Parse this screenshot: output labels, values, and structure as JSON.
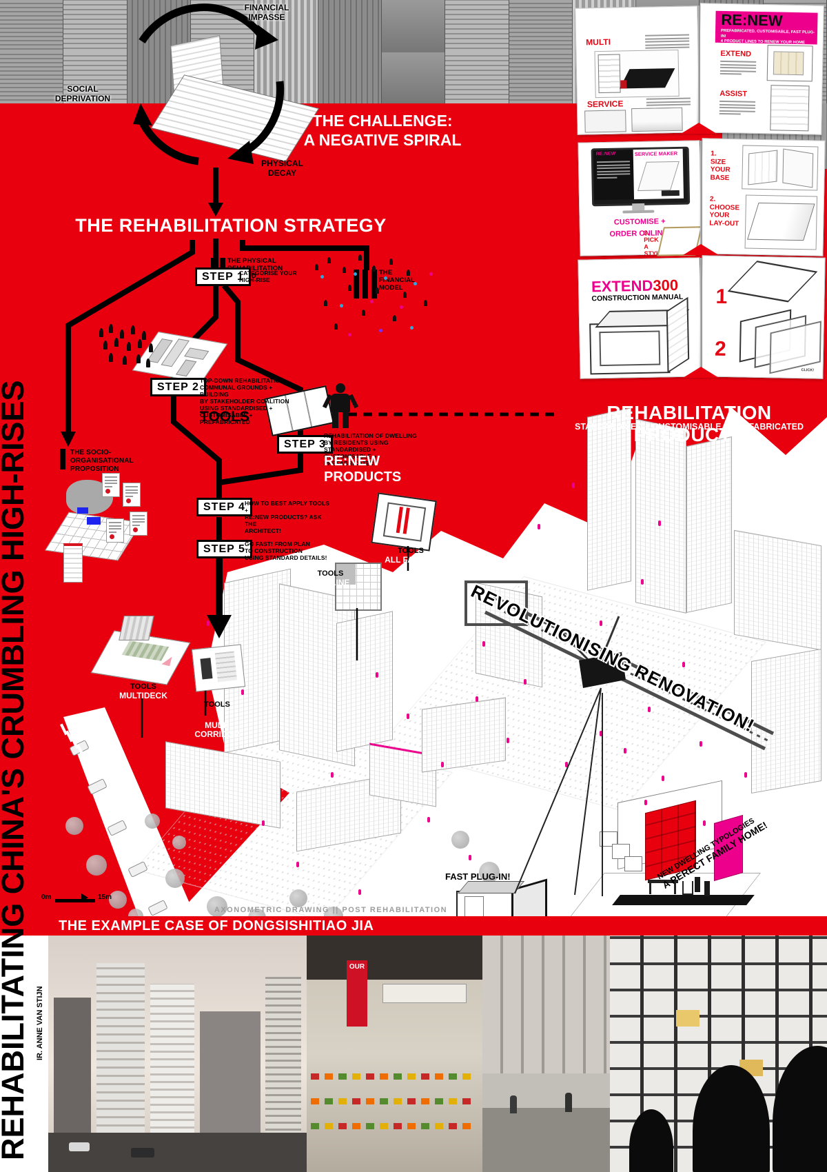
{
  "side": {
    "title": "REHABILITATING  CHINA'S  CRUMBLING   HIGH-RISES",
    "author": "IR. ANNE VAN STIJN"
  },
  "spiral": {
    "financial": "FINANCIAL\nIMPASSE",
    "social": "SOCIAL\nDEPRIVATION",
    "decay": "PHYSICAL\nDECAY"
  },
  "challenge": "THE CHALLENGE:\nA NEGATIVE SPIRAL",
  "strategy": {
    "title": "THE REHABILITATION STRATEGY",
    "physical": "THE PHYSICAL\nREHABILITATION\nMETHOD",
    "financial": "THE\nFINANCIAL\nMODEL",
    "socio": "THE SOCIO-\nORGANISATIONAL\nPROPOSITION",
    "steps": [
      {
        "label": "STEP 1",
        "caption": "CATEGORISE YOUR\nHIGH-RISE"
      },
      {
        "label": "STEP 2",
        "caption": "TOP-DOWN REHABILITATION\nCOMMUNAL GROUNDS + BUILDING\nBY STAKEHOLDER COALITION\nUSING STANDARDISED +\nCUSTOMISABLE +\nPREFABRICATED",
        "highlight": "TOOLS"
      },
      {
        "label": "STEP 3",
        "caption": "REHABILITATION OF DWELLING\nBY RESIDENTS USING\nSTANDARDISED + CUSTOMISABLE +\nPREFABRICATED",
        "highlight": "RE:NEW\nPRODUCTS"
      },
      {
        "label": "STEP 4",
        "caption": "HOW TO BEST APPLY TOOLS +\nRE:NEW PRODUCTS? ASK THE\nARCHITECT!"
      },
      {
        "label": "STEP 5",
        "caption": "GO FAST! FROM PLAN\nTO CONSTRUCTION\nUSING STANDARD DETAILS!"
      }
    ],
    "tools": [
      {
        "t": "TOOLS",
        "s": "TOP-LINE"
      },
      {
        "t": "TOOLS",
        "s": "ALL FACADE"
      },
      {
        "t": "TOOLS",
        "s": "MULTIDECK"
      },
      {
        "t": "TOOLS",
        "s": "MULTI\nCORRIDOR"
      }
    ]
  },
  "products": {
    "title": "REHABILITATION PRODUCTS",
    "subtitle": "STANDARDISED + CUSTOMISABLE + PREFABRICATED",
    "renew": {
      "multi": "MULTI",
      "service": "SERVICE",
      "brand": "RE:NEW",
      "tagline": "PREFABRICATED, CUSTOMISABLE, FAST PLUG-IN!\n4 PRODUCT LINES TO RENEW YOUR HOME",
      "extend": "EXTEND",
      "assist": "ASSIST"
    },
    "maker": {
      "brand": "RE:NEW",
      "screen": "SERVICE MAKER",
      "cta": "CUSTOMISE +\nORDER ONLINE!",
      "s1": "1.\nSIZE\nYOUR\nBASE",
      "s2": "2.\nCHOOSE\nYOUR\nLAY-OUT",
      "s3": "3.\nPICK\nA\nSTYLE"
    },
    "manual": {
      "brand": "EXTEND",
      "num": "300",
      "subtitle": "CONSTRUCTION MANUAL",
      "n1": "1",
      "n2": "2",
      "click": "CLICK!"
    }
  },
  "axon": {
    "headline": "REVOLUTIONISING RENOVATION!",
    "plugin": "FAST PLUG-IN!",
    "typologies": "NEW DWELLING TYPOLOGIES",
    "home": "A PERECT FAMILY HOME!",
    "caption": "AXONOMETRIC DRAWING || POST REHABILITATION",
    "scale0": "0m",
    "scale15": "15m"
  },
  "banner": "THE EXAMPLE CASE OF DONGSISHITIAO JIA",
  "photos": {
    "market_sign": "OUR"
  }
}
